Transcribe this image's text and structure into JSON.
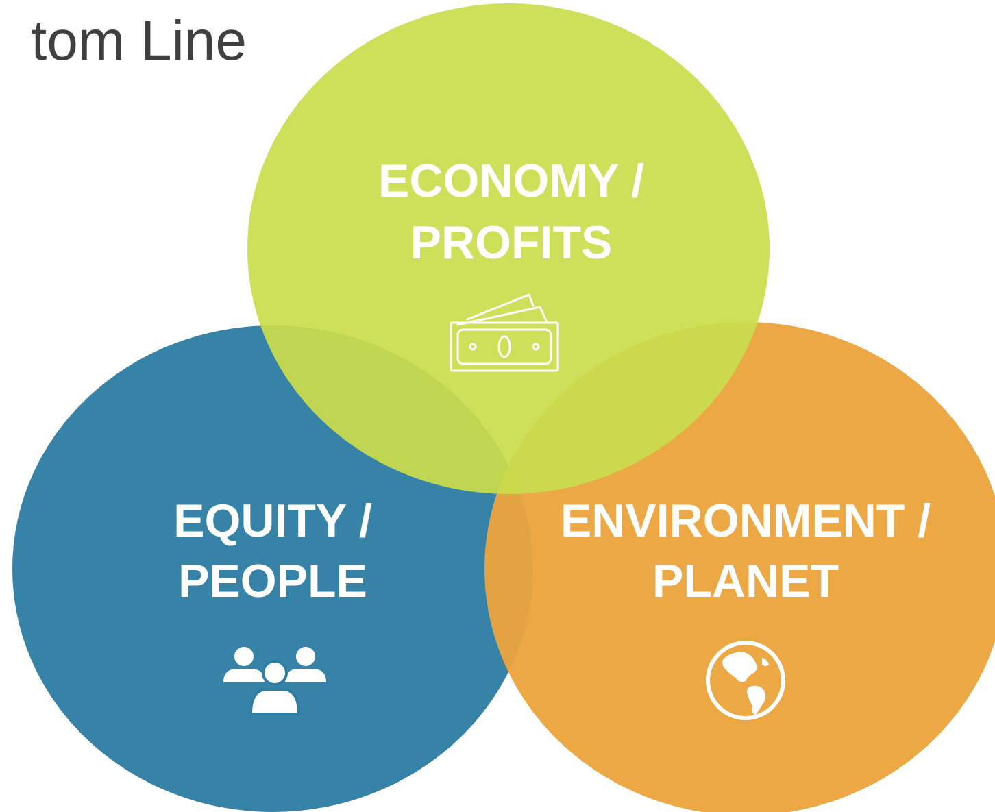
{
  "slide": {
    "title": "tom Line"
  },
  "circles": {
    "economy": {
      "line1": "ECONOMY /",
      "line2": "PROFITS",
      "icon": "money-bills-icon",
      "color": "#CADD4C"
    },
    "equity": {
      "line1": "EQUITY /",
      "line2": "PEOPLE",
      "icon": "people-group-icon",
      "color": "#2F7FA4"
    },
    "environment": {
      "line1": "ENVIRONMENT /",
      "line2": "PLANET",
      "icon": "globe-icon",
      "color": "#EAA43D"
    }
  }
}
